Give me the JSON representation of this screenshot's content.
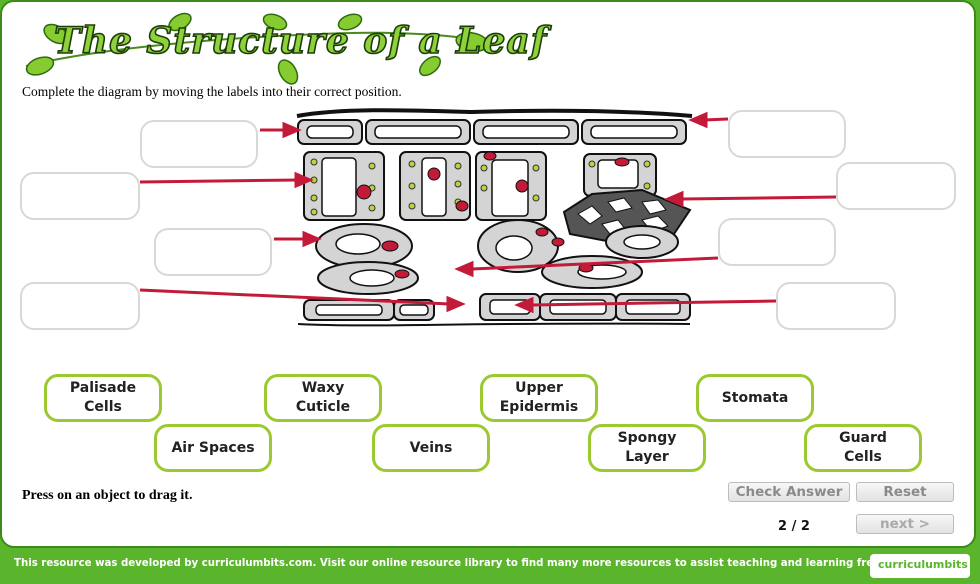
{
  "title": "The Structure of a Leaf",
  "instructions": "Complete the diagram by moving the labels into their correct position.",
  "labels": [
    {
      "id": "palisade-cells",
      "text": "Palisade\nCells"
    },
    {
      "id": "waxy-cuticle",
      "text": "Waxy\nCuticle"
    },
    {
      "id": "upper-epidermis",
      "text": "Upper\nEpidermis"
    },
    {
      "id": "stomata",
      "text": "Stomata"
    },
    {
      "id": "air-spaces",
      "text": "Air Spaces"
    },
    {
      "id": "veins",
      "text": "Veins"
    },
    {
      "id": "spongy-layer",
      "text": "Spongy\nLayer"
    },
    {
      "id": "guard-cells",
      "text": "Guard\nCells"
    }
  ],
  "hint": "Press on an object to drag it.",
  "buttons": {
    "check": "Check Answer",
    "reset": "Reset",
    "next": "next >"
  },
  "page_indicator": "2 / 2",
  "footer": {
    "text": "This resource was developed by curriculumbits.com. Visit our online resource library to find many more resources to assist teaching and learning free of charge.",
    "logo": "curriculumbits"
  },
  "colors": {
    "accent_green": "#9bc930",
    "footer_green": "#5bb52c",
    "arrow_red": "#c41a3a",
    "cell_fill": "#d4d4d4",
    "chloroplast": "#b8d53a"
  }
}
